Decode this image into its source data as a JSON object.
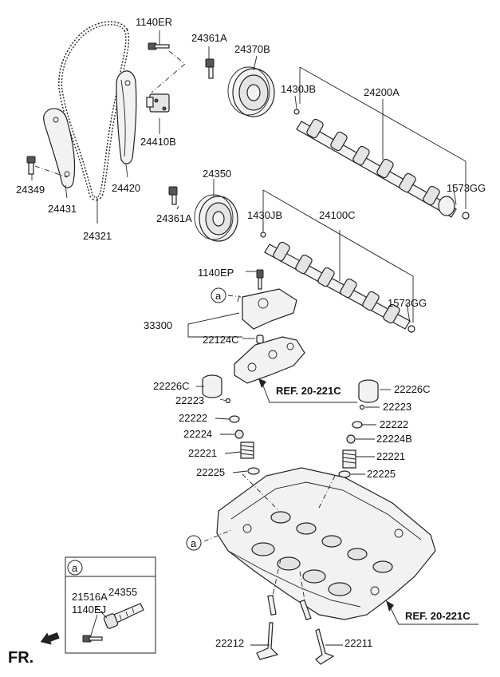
{
  "labels": {
    "p1140ER": "1140ER",
    "p24361A_top": "24361A",
    "p24370B": "24370B",
    "p1430JB_top": "1430JB",
    "p24200A": "24200A",
    "p24410B": "24410B",
    "p24349": "24349",
    "p24431": "24431",
    "p24420": "24420",
    "p1573GG_top": "1573GG",
    "p24350": "24350",
    "p24321": "24321",
    "p24361A_mid": "24361A",
    "p1430JB_mid": "1430JB",
    "p24100C": "24100C",
    "p1140EP": "1140EP",
    "p1573GG_mid": "1573GG",
    "p33300": "33300",
    "p22124C": "22124C",
    "p22226C_left": "22226C",
    "p22226C_right": "22226C",
    "p22223_left": "22223",
    "p22223_right": "22223",
    "p22222_left": "22222",
    "p22222_right": "22222",
    "p22224": "22224",
    "p22224B": "22224B",
    "p22221_left": "22221",
    "p22221_right": "22221",
    "p22225_left": "22225",
    "p22225_right": "22225",
    "p21516A": "21516A",
    "p24355": "24355",
    "p1140EJ": "1140EJ",
    "p22212": "22212",
    "p22211": "22211"
  },
  "refs": {
    "ref_top": "REF. 20-221C",
    "ref_bottom": "REF. 20-221C"
  },
  "callouts": {
    "a_main": "a",
    "a_head": "a",
    "a_inset": "a"
  },
  "direction": {
    "fr": "FR."
  }
}
